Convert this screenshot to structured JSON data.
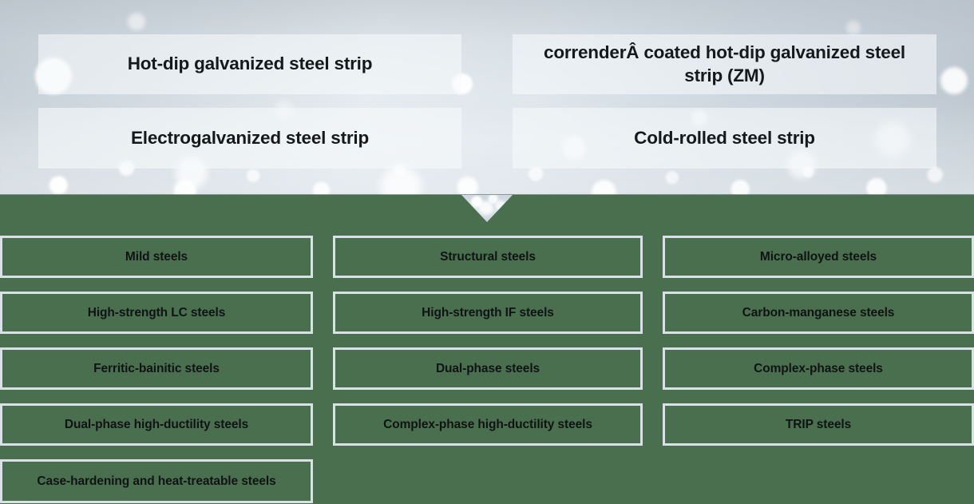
{
  "top_section": {
    "cards": [
      {
        "id": "hot-dip-galvanized",
        "label": "Hot-dip galvanized steel strip"
      },
      {
        "id": "correnderzm",
        "label": "correnderÂ coated hot-dip galvanized steel strip (ZM)"
      },
      {
        "id": "electrogalvanized",
        "label": "Electrogalvanized steel strip"
      },
      {
        "id": "cold-rolled",
        "label": "Cold-rolled steel strip"
      }
    ]
  },
  "green_section": {
    "background_color": "#4a6f4e",
    "border_color": "#d9e1e6",
    "text_color": "#101314",
    "rows": [
      [
        {
          "label": "Mild steels"
        },
        {
          "label": "Structural steels"
        },
        {
          "label": "Micro-alloyed steels"
        }
      ],
      [
        {
          "label": "High-strength LC steels"
        },
        {
          "label": "High-strength IF steels"
        },
        {
          "label": "Carbon-manganese steels"
        }
      ],
      [
        {
          "label": "Ferritic-bainitic steels"
        },
        {
          "label": "Dual-phase steels"
        },
        {
          "label": "Complex-phase steels"
        }
      ],
      [
        {
          "label": "Dual-phase high-ductility steels"
        },
        {
          "label": "Complex-phase high-ductility steels"
        },
        {
          "label": "TRIP steels"
        }
      ],
      [
        {
          "label": "Case-hardening and heat-treatable steels"
        },
        {
          "label": ""
        },
        {
          "label": ""
        }
      ]
    ]
  },
  "arrow": {
    "name": "down-arrow-connector",
    "direction": "down"
  }
}
